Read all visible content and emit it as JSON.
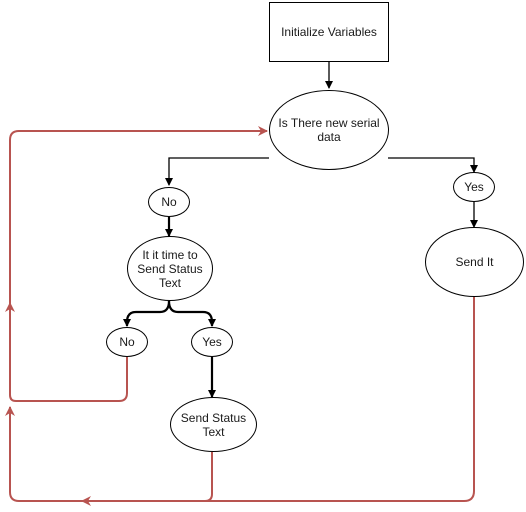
{
  "nodes": {
    "init": "Initialize Variables",
    "decision_serial": "Is There new serial\ndata",
    "no_top": "No",
    "yes_top": "Yes",
    "decision_status": "It it time to\nSend Status\nText",
    "send_it": "Send It",
    "no_bottom": "No",
    "yes_bottom": "Yes",
    "send_status": "Send Status\nText"
  },
  "colors": {
    "flow_line": "#000000",
    "loop_line": "#b85450",
    "node_border": "#000000",
    "node_fill": "#ffffff"
  }
}
